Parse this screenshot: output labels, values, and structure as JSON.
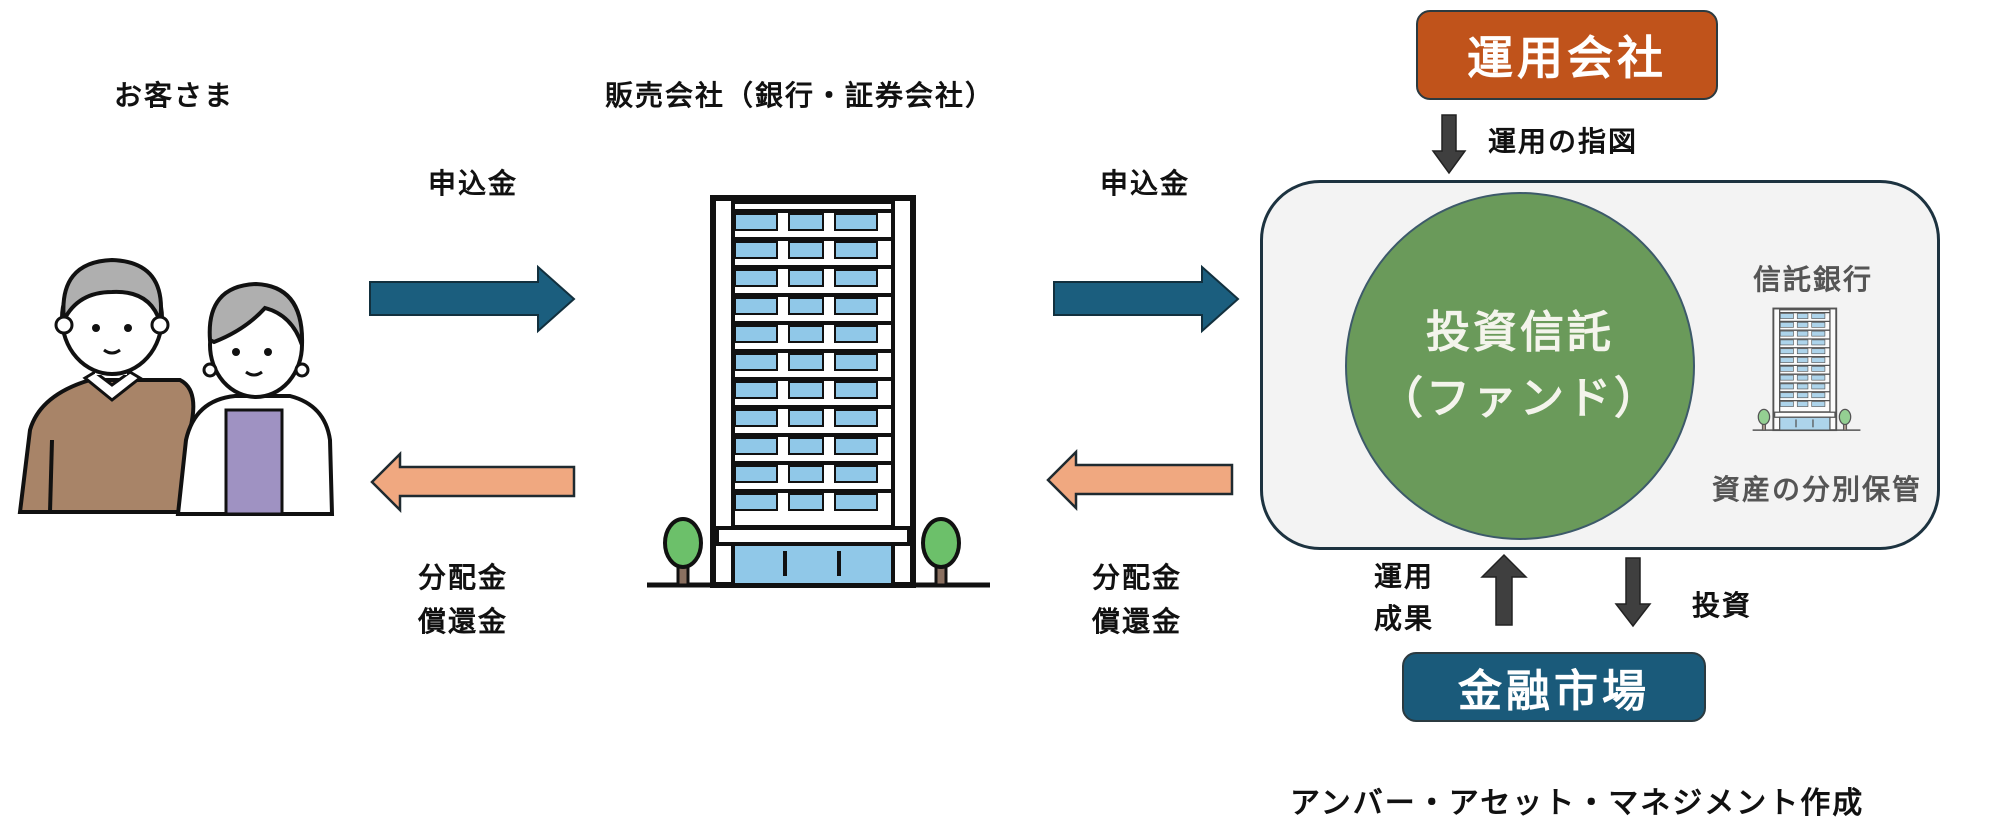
{
  "labels": {
    "customers": "お客さま",
    "distributor": "販売会社（銀行・証券会社）",
    "subscription_left": "申込金",
    "subscription_right": "申込金",
    "distribution_left_line1": "分配金",
    "distribution_left_line2": "償還金",
    "distribution_right_line1": "分配金",
    "distribution_right_line2": "償還金",
    "management_company": "運用会社",
    "management_instruction": "運用の指図",
    "fund_line1": "投資信託",
    "fund_line2": "（ファンド）",
    "trust_bank": "信託銀行",
    "segregated_custody": "資産の分別保管",
    "investment_results_line1": "運用",
    "investment_results_line2": "成果",
    "investment": "投資",
    "financial_market": "金融市場",
    "credit": "アンバー・アセット・マネジメント作成"
  },
  "colors": {
    "subscription_arrow": "#1B5E7E",
    "distribution_arrow": "#F0A880",
    "management_box": "#C0531B",
    "market_box": "#1A5A7A",
    "fund_circle": "#6A9A5A",
    "fund_container": "#F3F3F3",
    "flow_arrow_dark": "#3F3F3F",
    "window_blue": "#90C8E8",
    "tree_green": "#6CC06A"
  },
  "building": {
    "floors": 11,
    "window_columns": 3
  }
}
